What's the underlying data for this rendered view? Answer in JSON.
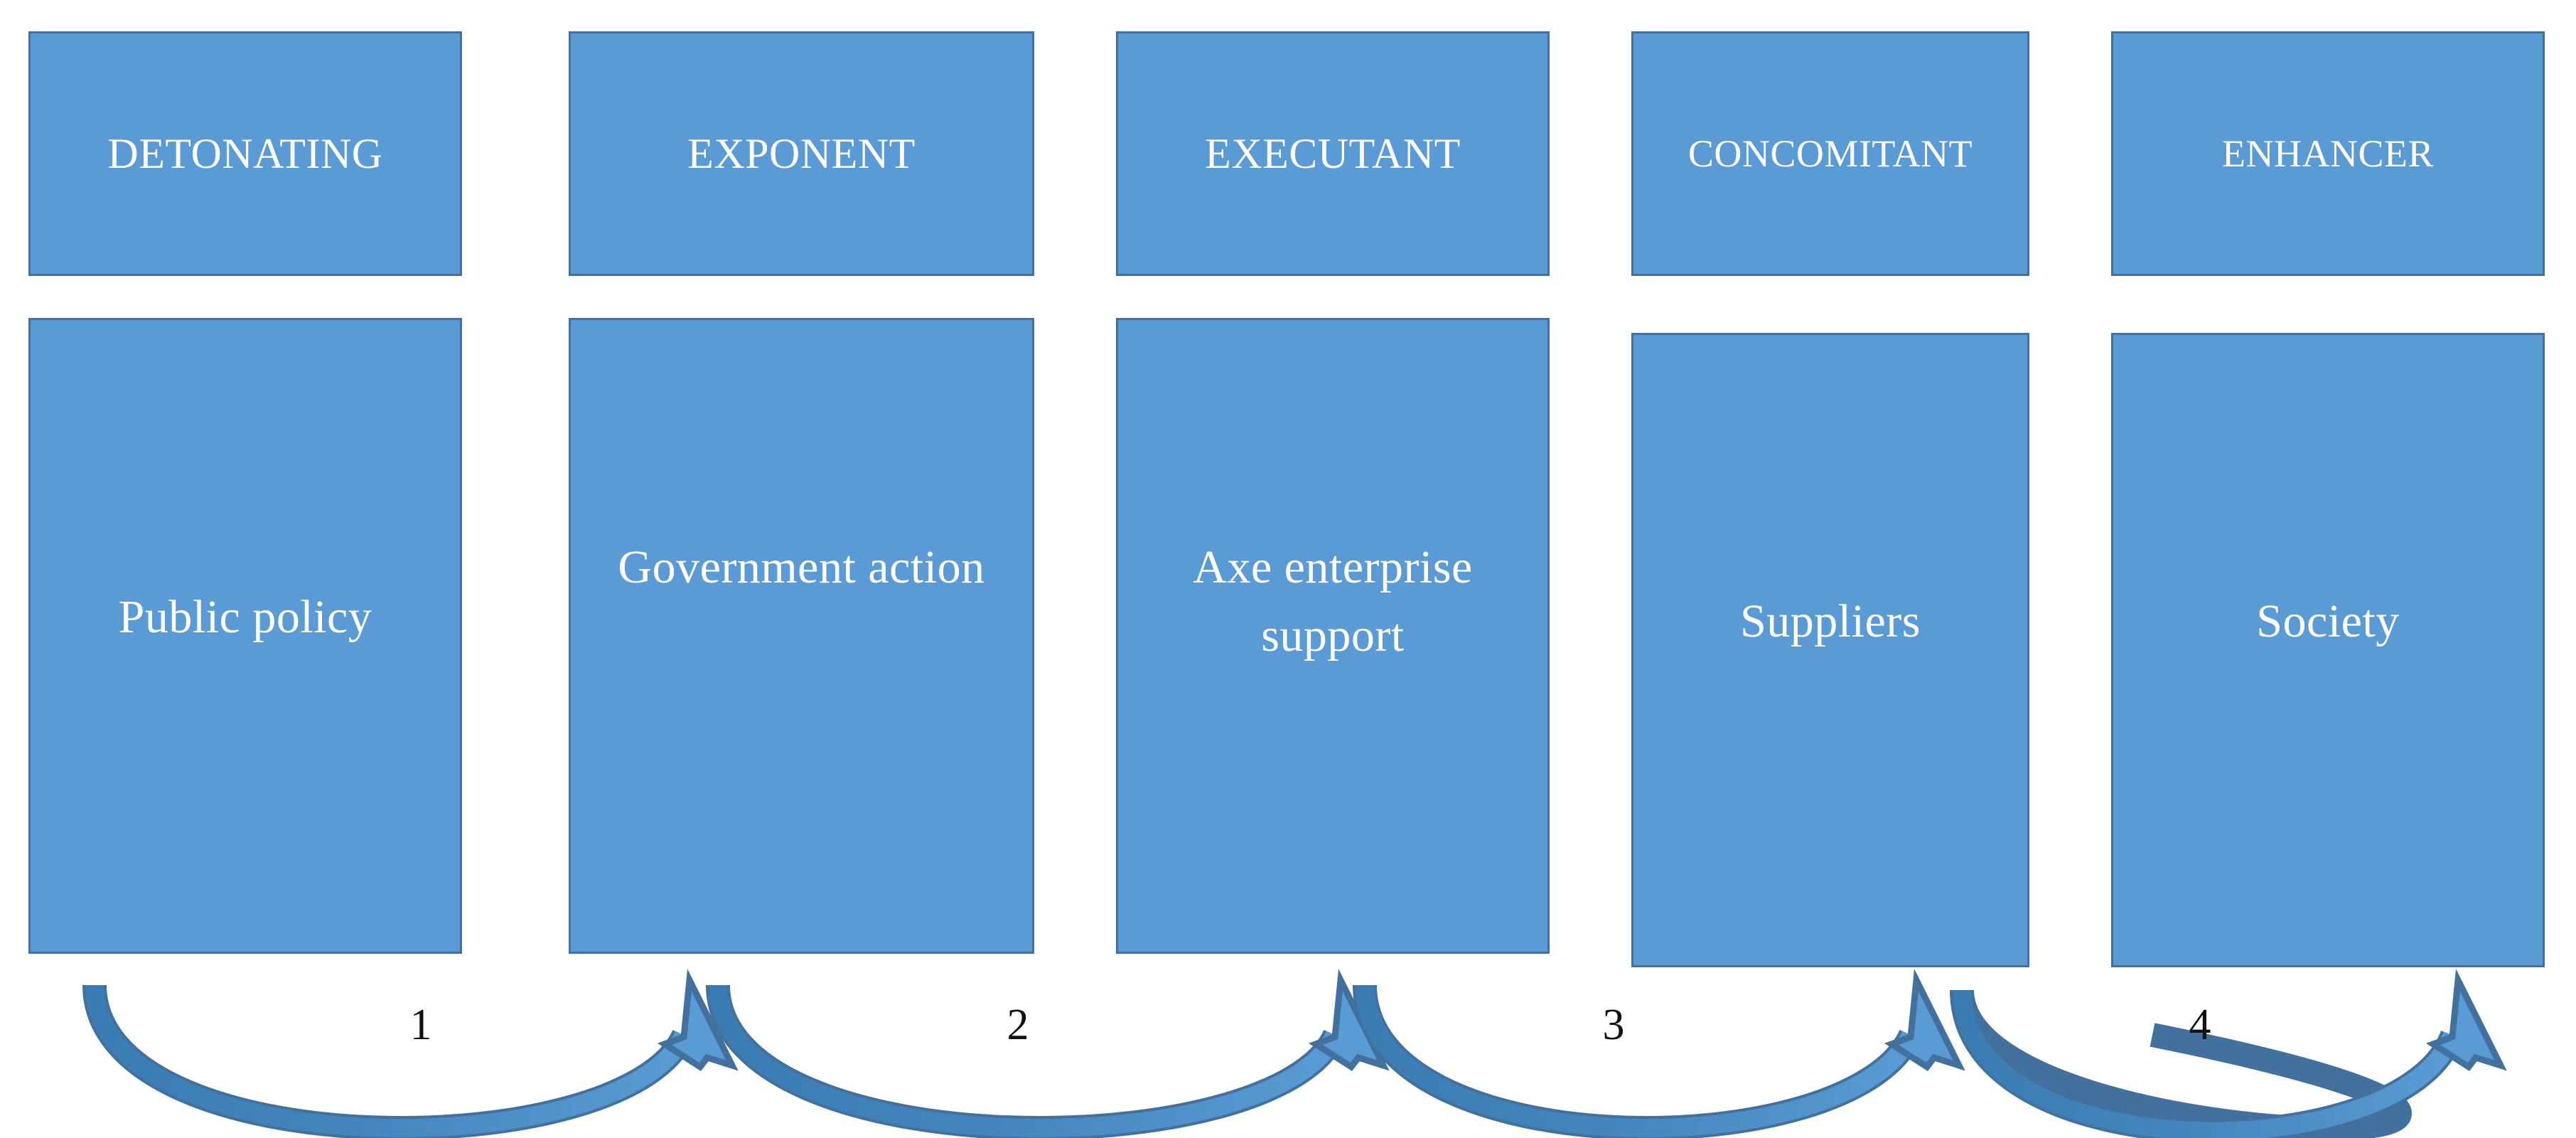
{
  "diagram": {
    "type": "process-flow",
    "orientation": "horizontal",
    "colors": {
      "box_fill": "#5B9BD5",
      "box_border": "#41719C",
      "box_text": "#FFFFFF",
      "arrow_fill": "#5B9BD5",
      "arrow_stroke": "#41719C",
      "number_text": "#111111",
      "background": "#FFFFFF"
    },
    "columns": [
      {
        "header": "DETONATING",
        "body": "Public policy",
        "body_lines": [
          "Public policy"
        ]
      },
      {
        "header": "EXPONENT",
        "body": "Government action",
        "body_lines": [
          "Government",
          "action"
        ]
      },
      {
        "header": "EXECUTANT",
        "body": "Axe enterprise support",
        "body_lines": [
          "Axe enterprise",
          "support"
        ]
      },
      {
        "header": "CONCOMITANT",
        "body": "Suppliers",
        "body_lines": [
          "Suppliers"
        ]
      },
      {
        "header": "ENHANCER",
        "body": "Society",
        "body_lines": [
          "Society"
        ]
      }
    ],
    "connectors": [
      {
        "label": "1",
        "from": "Public policy",
        "to": "Government action",
        "shape": "curved-up-arrow"
      },
      {
        "label": "2",
        "from": "Government action",
        "to": "Axe enterprise support",
        "shape": "curved-up-arrow"
      },
      {
        "label": "3",
        "from": "Axe enterprise support",
        "to": "Suppliers",
        "shape": "curved-up-arrow"
      },
      {
        "label": "4",
        "from": "Suppliers",
        "to": "Society",
        "shape": "curved-up-arrow"
      }
    ]
  }
}
